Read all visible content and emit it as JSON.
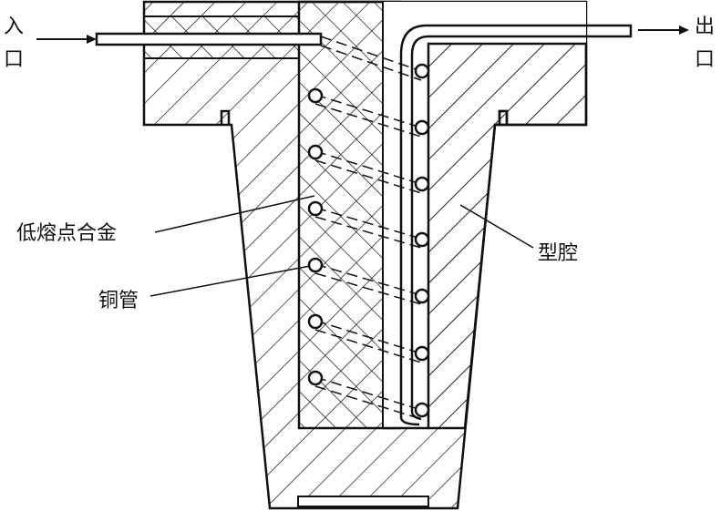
{
  "labels": {
    "inlet_top": "入",
    "inlet_bottom": "口",
    "outlet_top": "出",
    "outlet_bottom": "口",
    "alloy": "低熔点合金",
    "copper_tube": "铜管",
    "cavity": "型腔"
  },
  "colors": {
    "ink": "#111111",
    "paper": "#ffffff"
  }
}
